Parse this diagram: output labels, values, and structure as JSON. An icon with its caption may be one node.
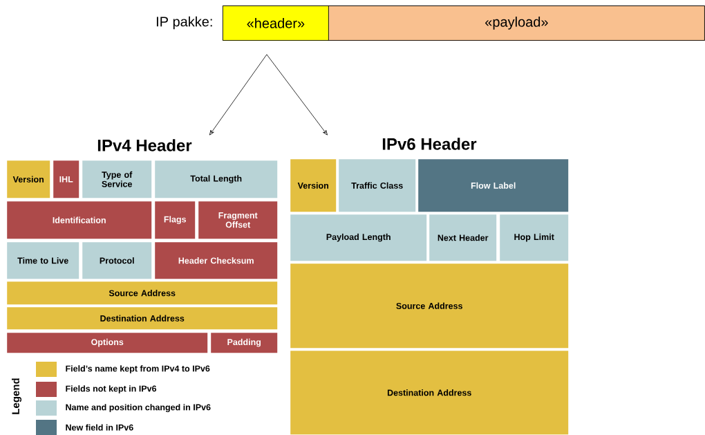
{
  "diagram": {
    "nodes": [
      {
        "text": [
          "IP pakke:"
        ]
      },
      {
        "text": [
          "«header»"
        ],
        "in": 0
      },
      {
        "text": [
          "«payload»"
        ],
        "in": 0
      },
      {
        "text": [
          "IPv4 Header"
        ]
      },
      {
        "text": [
          "Version"
        ],
        "in": 3
      },
      {
        "text": [
          "IHL"
        ],
        "in": 3
      },
      {
        "text": [
          "Type of Service"
        ],
        "in": 3
      },
      {
        "text": [
          "Total Length"
        ],
        "in": 3
      },
      {
        "text": [
          "Identification"
        ],
        "in": 3
      },
      {
        "text": [
          "Flags"
        ],
        "in": 3
      },
      {
        "text": [
          "Fragment Offset"
        ],
        "in": 3
      },
      {
        "text": [
          "Time to Live"
        ],
        "in": 3
      },
      {
        "text": [
          "Protocol"
        ],
        "in": 3
      },
      {
        "text": [
          "Header Checksum"
        ],
        "in": 3
      },
      {
        "text": [
          "Source Address"
        ],
        "in": 3
      },
      {
        "text": [
          "Destination Address"
        ],
        "in": 3
      },
      {
        "text": [
          "Options"
        ],
        "in": 3
      },
      {
        "text": [
          "Padding"
        ],
        "in": 3
      },
      {
        "text": [
          "IPv6 Header"
        ]
      },
      {
        "text": [
          "Version"
        ],
        "in": 18
      },
      {
        "text": [
          "Traffic Class"
        ],
        "in": 18
      },
      {
        "text": [
          "Flow Label"
        ],
        "in": 18
      },
      {
        "text": [
          "Payload Length"
        ],
        "in": 18
      },
      {
        "text": [
          "Next Header"
        ],
        "in": 18
      },
      {
        "text": [
          "Hop Limit"
        ],
        "in": 18
      },
      {
        "text": [
          "Source Address"
        ],
        "in": 18
      },
      {
        "text": [
          "Destination Address"
        ],
        "in": 18
      }
    ],
    "edges": [
      {
        "from": 1,
        "to": 3,
        "arrow": "to"
      },
      {
        "from": 1,
        "to": 18,
        "arrow": "to"
      }
    ],
    "labels": [
      "Legend"
    ],
    "legend": [
      {
        "text": "Field’s name kept from IPv4 to IPv6",
        "color": "#e3bf41"
      },
      {
        "text": "Fields not kept in IPv6",
        "color": "#ad4a4a"
      },
      {
        "text": "Name and position changed in IPv6",
        "color": "#b8d3d6"
      },
      {
        "text": "New field in IPv6",
        "color": "#537584"
      }
    ]
  }
}
